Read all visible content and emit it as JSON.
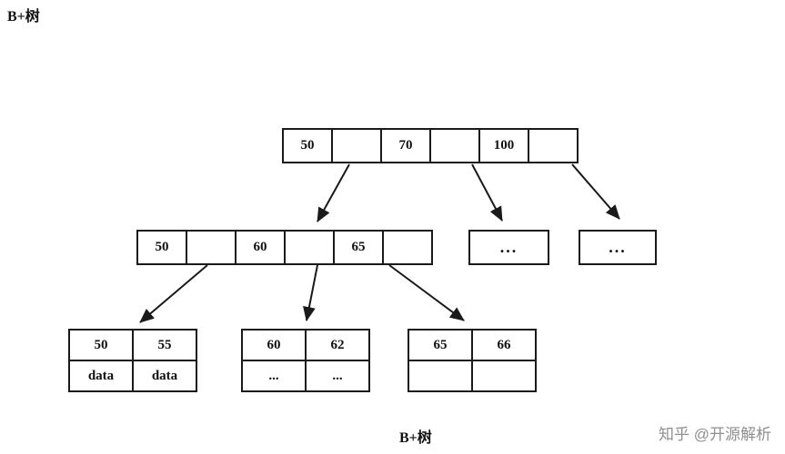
{
  "title": "B+树",
  "caption": "B+树",
  "watermark": "知乎 @开源解析",
  "colors": {
    "highlight": "#f8cecc",
    "border": "#1a1a1a",
    "watermark_gray": "#8f8f8f"
  },
  "tree": {
    "root": {
      "cells": [
        "50",
        "",
        "70",
        "",
        "100",
        ""
      ]
    },
    "internal_left": {
      "cells": [
        "50",
        "",
        "60",
        "",
        "65",
        ""
      ]
    },
    "ellipsis_left": "...",
    "ellipsis_right": "...",
    "leaf1": {
      "r0c0": "50",
      "r0c1": "55",
      "r1c0": "data",
      "r1c1": "data"
    },
    "leaf2": {
      "r0c0": "60",
      "r0c1": "62",
      "r1c0": "...",
      "r1c1": "..."
    },
    "leaf3": {
      "r0c0": "65",
      "r0c1": "66",
      "r1c0": "",
      "r1c1": ""
    }
  }
}
